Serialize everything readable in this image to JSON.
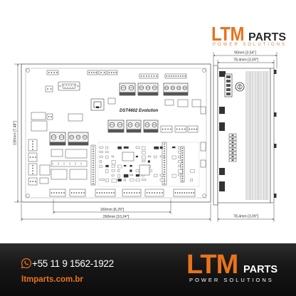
{
  "brand_top": {
    "logo_main": "LTM",
    "logo_suffix": "PARTS",
    "tagline": "POWER SOLUTIONS"
  },
  "drawing": {
    "board_label": "DST4602 Evolution",
    "front_view": {
      "height_overall": "190mm [7,48\"]",
      "width_mounting": "160mm [6,29\"]",
      "width_overall": "260mm [10,24\"]"
    },
    "side_view": {
      "depth_overall": "90mm [3,54\"]",
      "depth_body_top": "78,4mm [3,09\"]",
      "depth_body_bottom": "78,4mm [3,09\"]"
    }
  },
  "footer": {
    "contact": {
      "icon": "whatsapp-icon",
      "phone": "+55 11 9 1562-1922",
      "website": "ltmparts.com.br"
    },
    "brand": {
      "logo_main": "LTM",
      "logo_suffix": "PARTS",
      "tagline": "POWER SOLUTIONS"
    }
  },
  "colors": {
    "accent": "#e8731e",
    "banner": "#161616",
    "drawing_line": "#444444"
  }
}
